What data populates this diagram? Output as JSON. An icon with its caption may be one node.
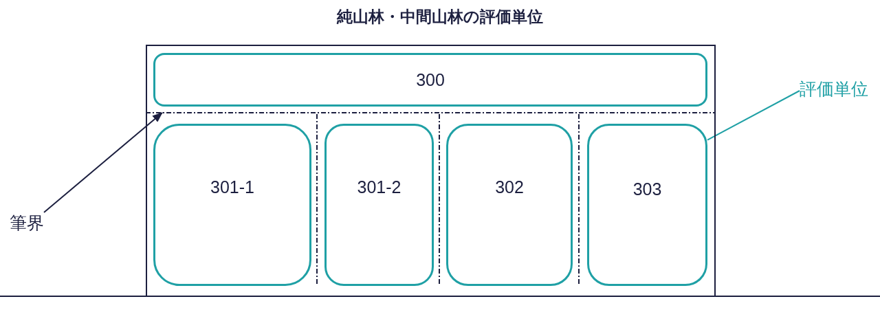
{
  "diagram": {
    "title": "純山林・中間山林の評価単位",
    "nodes": [
      {
        "text": [],
        "shape": "box"
      },
      {
        "text": [
          "300"
        ],
        "in": 0
      },
      {
        "text": [],
        "shape": "line",
        "in": 0
      },
      {
        "text": [
          "301-1"
        ],
        "in": 0
      },
      {
        "text": [
          "301-2"
        ],
        "in": 0
      },
      {
        "text": [
          "302"
        ],
        "in": 0
      },
      {
        "text": [
          "303"
        ],
        "in": 0
      },
      {
        "text": [
          "筆界"
        ]
      },
      {
        "text": [
          "評価単位"
        ]
      }
    ],
    "edges": [
      {
        "from": 7,
        "to": 2,
        "arrow": "to"
      },
      {
        "from": 8,
        "to": 6,
        "arrow": "none",
        "color": "#1fa0a5"
      }
    ]
  }
}
